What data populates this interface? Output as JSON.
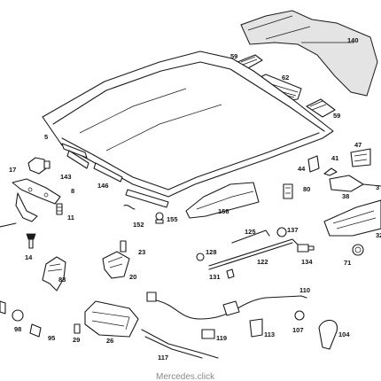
{
  "labels": {
    "l140": "140",
    "l59a": "59",
    "l62": "62",
    "l59b": "59",
    "l5": "5",
    "l47": "47",
    "l41": "41",
    "l44": "44",
    "l17": "17",
    "l143": "143",
    "l8": "8",
    "l146": "146",
    "l38": "38",
    "l80": "80",
    "l11": "11",
    "l152": "152",
    "l155": "155",
    "l158": "158",
    "l125": "125",
    "l137": "137",
    "l14": "14",
    "l23": "23",
    "l128": "128",
    "l122": "122",
    "l134": "134",
    "l71": "71",
    "l83": "83",
    "l20": "20",
    "l131": "131",
    "l110": "110",
    "l98": "98",
    "l95": "95",
    "l29": "29",
    "l26": "26",
    "l119": "119",
    "l113": "113",
    "l107": "107",
    "l104": "104",
    "l117": "117",
    "l3": "3",
    "l32": "32"
  },
  "watermark": "Mercedes.click"
}
